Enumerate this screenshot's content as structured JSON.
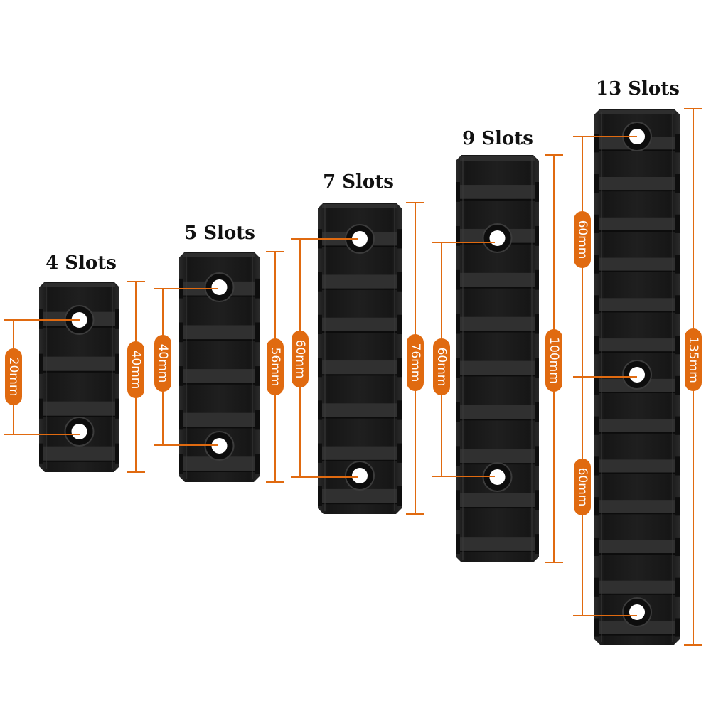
{
  "colors": {
    "background": "#ffffff",
    "rail": "#1c1c1c",
    "rail_slot": "#303030",
    "rail_edge": "#3a3a3a",
    "dimension": "#e06a10",
    "label_text": "#111111"
  },
  "rails": [
    {
      "title": "4 Slots",
      "slots": 4,
      "length_label": "40mm",
      "hole_labels": [
        "20mm"
      ]
    },
    {
      "title": "5 Slots",
      "slots": 5,
      "length_label": "56mm",
      "hole_labels": [
        "40mm"
      ]
    },
    {
      "title": "7 Slots",
      "slots": 7,
      "length_label": "76mm",
      "hole_labels": [
        "60mm"
      ]
    },
    {
      "title": "9 Slots",
      "slots": 9,
      "length_label": "100mm",
      "hole_labels": [
        "60mm"
      ]
    },
    {
      "title": "13 Slots",
      "slots": 13,
      "length_label": "135mm",
      "hole_labels": [
        "60mm",
        "60mm"
      ]
    }
  ]
}
